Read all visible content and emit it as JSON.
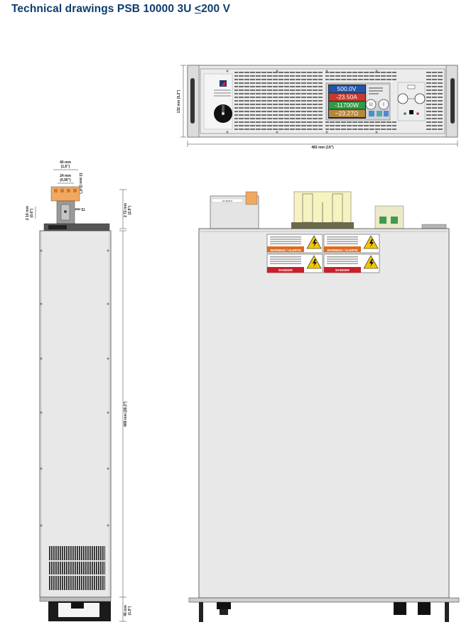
{
  "page_title": {
    "prefix": "Technical drawings PSB 10000 3U ",
    "le_symbol": "<",
    "suffix": "200 V"
  },
  "front_view": {
    "display_rows": [
      {
        "text": "500.0V",
        "color": "#2155a8"
      },
      {
        "text": "-23.50A",
        "color": "#c8392d"
      },
      {
        "text": "-11700W",
        "color": "#2e9a47"
      },
      {
        "text": "~23.27Ω",
        "color": "#b6873b"
      }
    ],
    "dims": {
      "height": "132 mm (5,2\")",
      "width": "483 mm (19\")"
    }
  },
  "side_view": {
    "dims": {
      "top_40": "40 mm",
      "top_40_in": "(1,6\")",
      "top_24": "24 mm",
      "top_24_in": "(0,95\")",
      "top_11": "11 mm (0,4\")",
      "left_16": "2 16 mm",
      "left_16_in": "(0.6\")",
      "right_72": "72 mm (2,8\")",
      "right_72b": "2 72 mm",
      "right_72b_in": "(2,8\")",
      "length": "668 mm (26,3\")",
      "bottom": "45 mm",
      "bottom_in": "(1,8\")"
    }
  },
  "rear_view": {
    "warnings": [
      {
        "header": "WARNING / ALERTE",
        "type": "warning"
      },
      {
        "header": "WARNING / ALERTE",
        "type": "warning"
      },
      {
        "header": "DANGER",
        "type": "danger"
      },
      {
        "header": "DANGER",
        "type": "danger"
      }
    ],
    "module_label": "ET-5026-8"
  }
}
